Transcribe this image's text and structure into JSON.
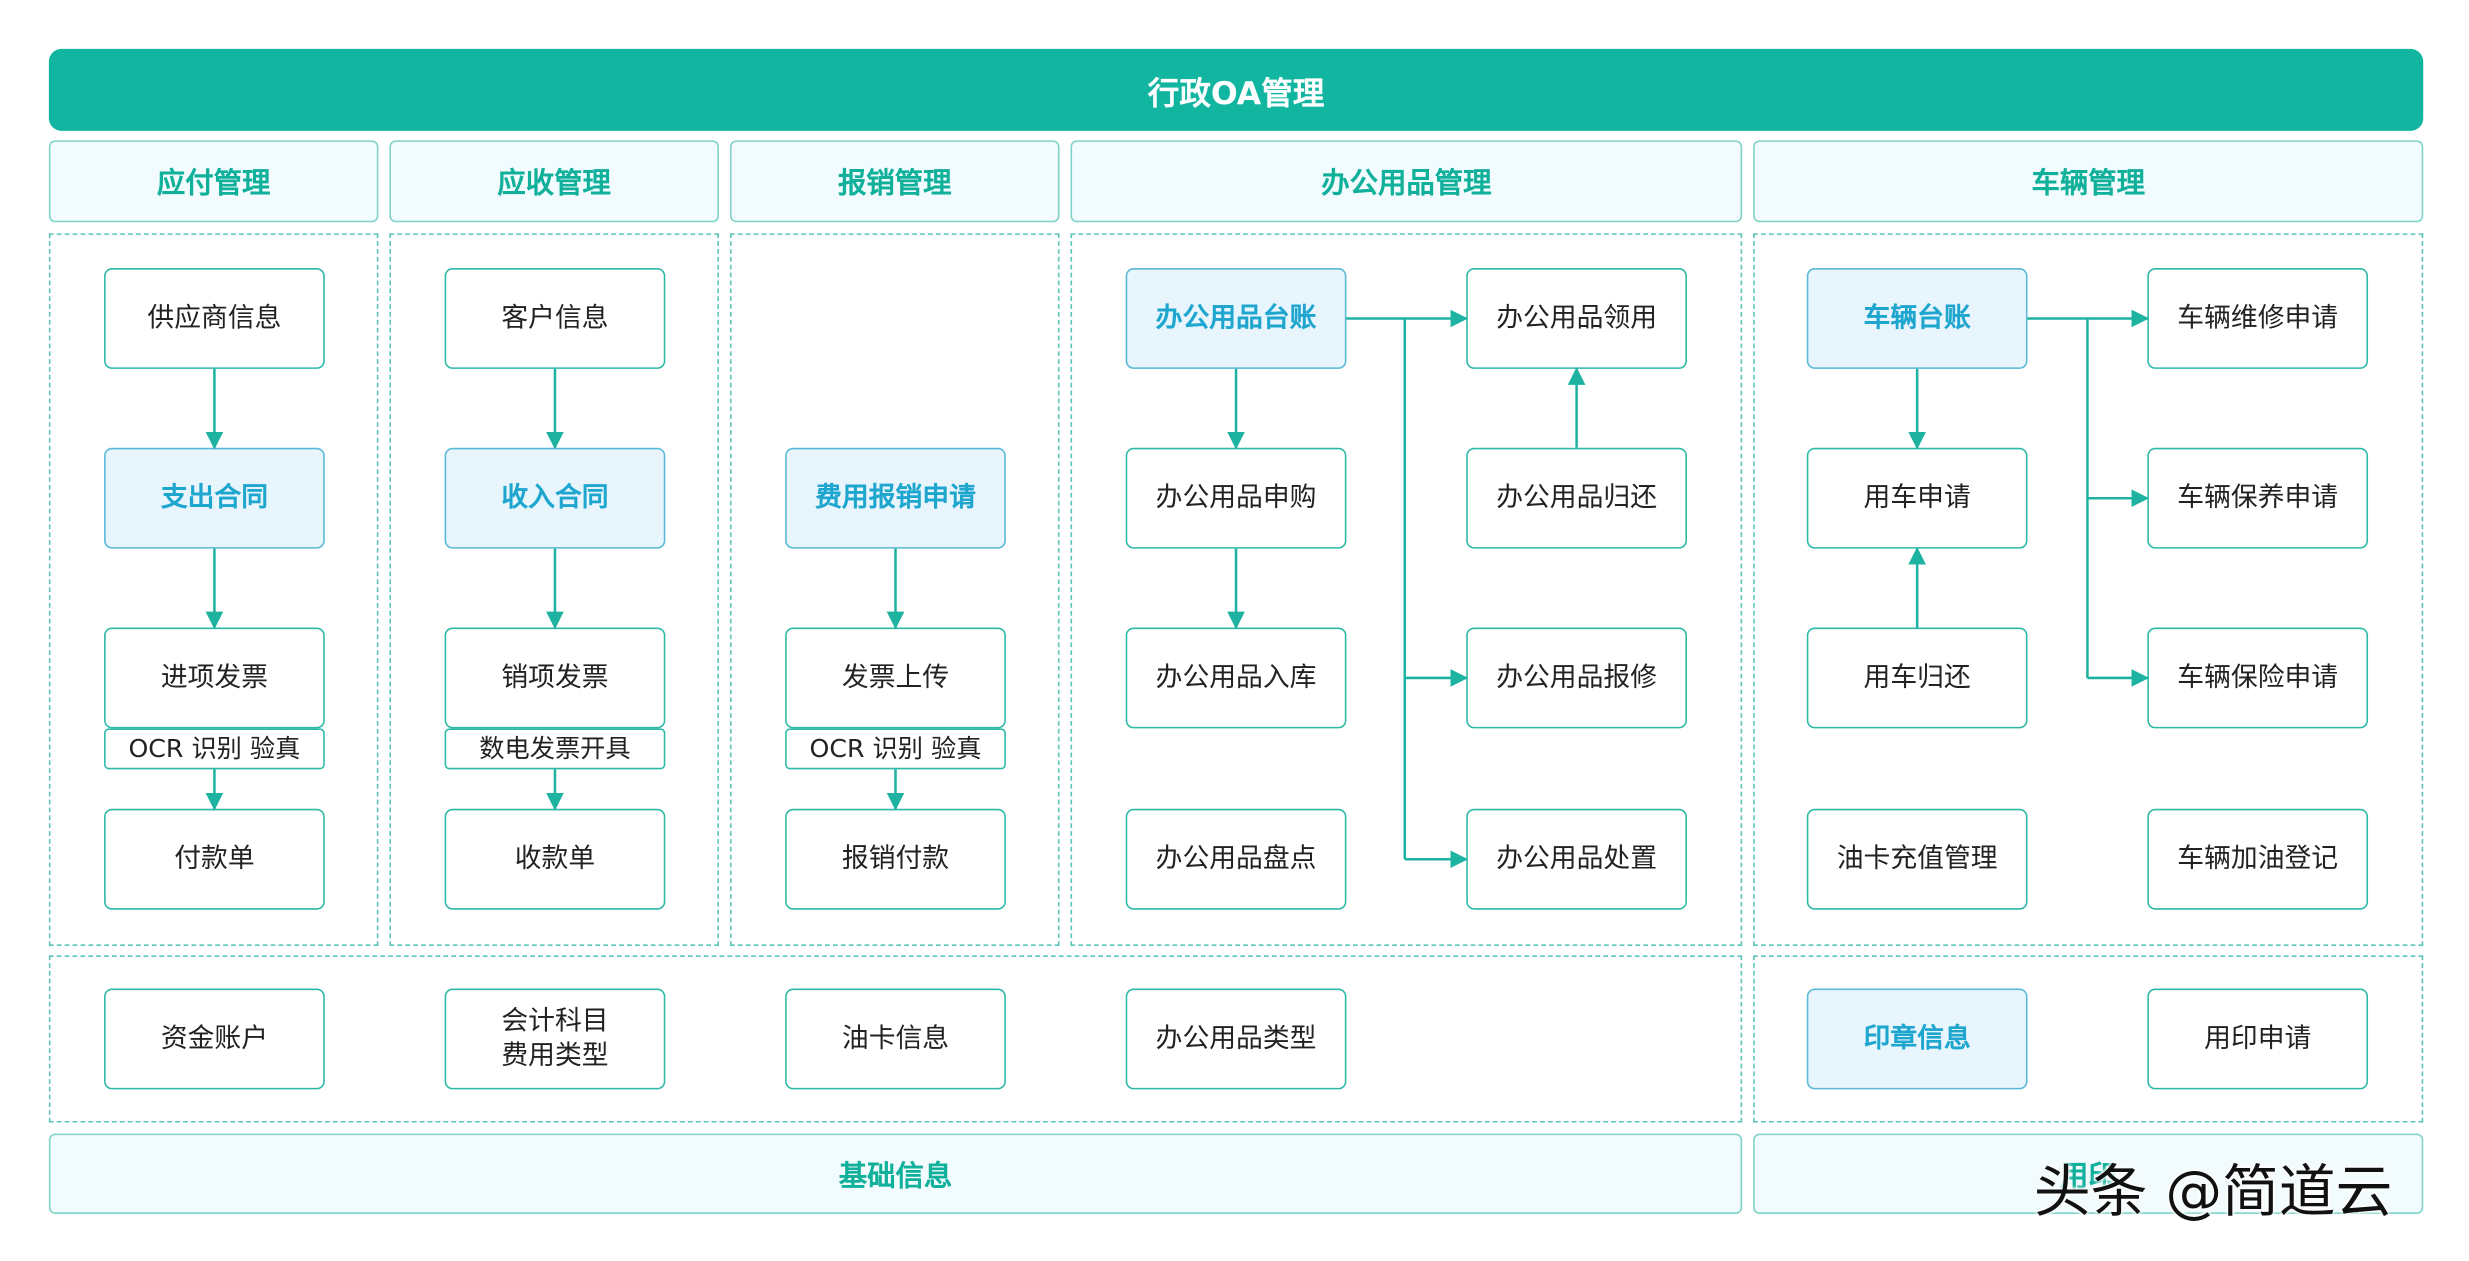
{
  "title": "行政OA管理",
  "columns": {
    "payable": "应付管理",
    "receivable": "应收管理",
    "reimburse": "报销管理",
    "office": "办公用品管理",
    "vehicle": "车辆管理"
  },
  "payable": {
    "supplier": "供应商信息",
    "contract": "支出合同",
    "invoice": "进项发票",
    "ocr": "OCR 识别 验真",
    "payment": "付款单"
  },
  "receivable": {
    "customer": "客户信息",
    "contract": "收入合同",
    "invoice": "销项发票",
    "einvoice": "数电发票开具",
    "receipt": "收款单"
  },
  "reimburse": {
    "apply": "费用报销申请",
    "upload": "发票上传",
    "ocr": "OCR 识别 验真",
    "payment": "报销付款"
  },
  "office": {
    "ledger": "办公用品台账",
    "purchase": "办公用品申购",
    "storage": "办公用品入库",
    "inventory": "办公用品盘点",
    "receive": "办公用品领用",
    "return": "办公用品归还",
    "repair": "办公用品报修",
    "dispose": "办公用品处置"
  },
  "vehicle": {
    "ledger": "车辆台账",
    "apply": "用车申请",
    "return": "用车归还",
    "fuel_card": "油卡充值管理",
    "maintenance": "车辆维修申请",
    "upkeep": "车辆保养申请",
    "insurance": "车辆保险申请",
    "refuel": "车辆加油登记"
  },
  "basic": {
    "fund_account": "资金账户",
    "accounting": "会计科目\n费用类型",
    "fuel_card_info": "油卡信息",
    "office_types": "办公用品类型"
  },
  "seal": {
    "info": "印章信息",
    "apply": "用印申请"
  },
  "footer": {
    "basic": "基础信息",
    "seal": "用印"
  },
  "watermark": "头条 @简道云",
  "colors": {
    "accent": "#11b5a0",
    "box_border": "#2cb9a6",
    "highlight_fill": "#e8f5fd",
    "highlight_text": "#1ea6cf"
  }
}
